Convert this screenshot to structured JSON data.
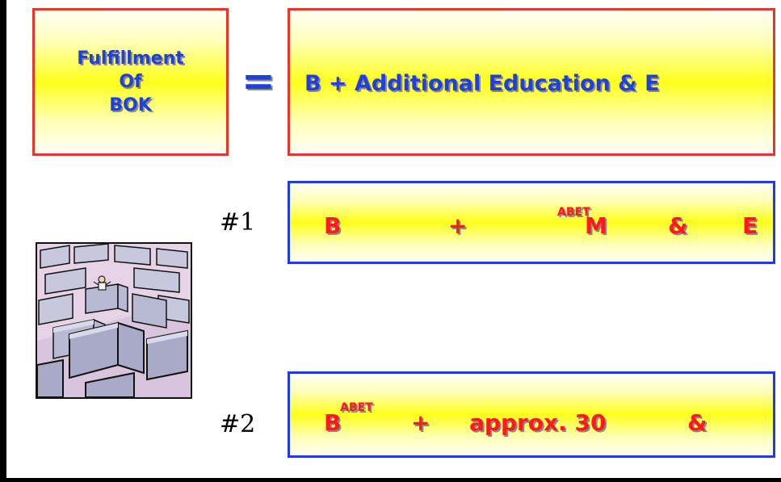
{
  "equation": {
    "lhs_label": "Fulfillment\nOf\nBOK",
    "operator": "=",
    "rhs_text": "B + Additional Education & E"
  },
  "options": [
    {
      "label": "#1",
      "terms": [
        "B",
        "+",
        "M",
        "&",
        "E"
      ],
      "superscript": "ABET"
    },
    {
      "label": "#2",
      "terms": [
        "B",
        "+",
        "approx. 30",
        "&"
      ],
      "superscript": "ABET"
    }
  ],
  "illustration": {
    "name": "maze-clipart"
  },
  "colors": {
    "red_border": "#e8372a",
    "blue_border": "#1e3ce6",
    "blue_text": "#1f3fe0",
    "red_text": "#ff1a1a",
    "yellow_fill": "#ffff1c"
  }
}
